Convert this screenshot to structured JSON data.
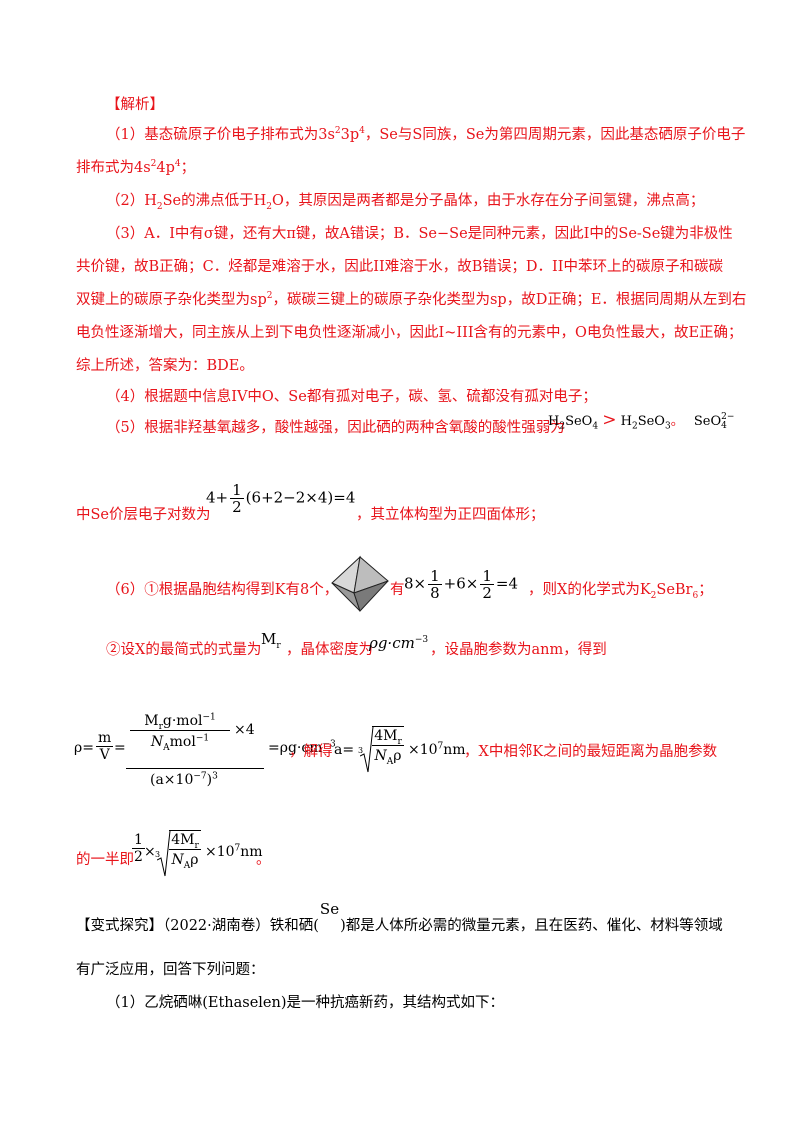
{
  "analysis_title": "【解析】",
  "p1a": "（1）基态硫原子价电子排布式为3s",
  "p1a_sup1": "2",
  "p1a_mid": "3p",
  "p1a_sup2": "4",
  "p1a_tail": "，Se与S同族，Se为第四周期元素，因此基态硒原子价电子",
  "p1b": "排布式为4s",
  "p1b_sup1": "2",
  "p1b_mid": "4p",
  "p1b_sup2": "4",
  "p1b_tail": "；",
  "p2_pre": "（2）H",
  "p2_sub": "2",
  "p2_mid": "Se的沸点低于H",
  "p2_sub2": "2",
  "p2_tail": "O，其原因是两者都是分子晶体，由于水存在分子间氢键，沸点高；",
  "p3a": "（3）A．I中有σ键，还有大π键，故A错误；B．Se−Se是同种元素，因此I中的Se-Se键为非极性",
  "p3b": "共价键，故B正确；C．烃都是难溶于水，因此II难溶于水，故B错误；D．II中苯环上的碳原子和碳碳",
  "p3c_pre": "双键上的碳原子杂化类型为sp",
  "p3c_sup": "2",
  "p3c_tail": "，碳碳三键上的碳原子杂化类型为sp，故D正确；E．根据同周期从左到右",
  "p3d": "电负性逐渐增大，同主族从上到下电负性逐渐减小，因此I~III含有的元素中，O电负性最大，故E正确；",
  "p3e": "综上所述，答案为：BDE。",
  "p4": "（4）根据题中信息IV中O、Se都有孤对电子，碳、氢、硫都没有孤对电子；",
  "p5_pre": "（5）根据非羟基氧越多，酸性越强，因此硒的两种含氧酸的酸性强弱为",
  "p5_acid1": "H",
  "p5_acid1_sub": "2",
  "p5_acid1_b": "SeO",
  "p5_acid1_sub2": "4",
  "p5_gt": ">",
  "p5_acid2": "H",
  "p5_acid2_sub": "2",
  "p5_acid2_b": "SeO",
  "p5_acid2_sub2": "3",
  "p5_end": "。",
  "p5_ion": "SeO",
  "p5_ion_sub": "4",
  "p5_ion_sup": "2−",
  "p5b_pre": "中Se价层电子对数为",
  "p5b_math_a": "4+",
  "p5b_frac_num": "1",
  "p5b_frac_den": "2",
  "p5b_math_b": "(6+2−2×4)=4",
  "p5b_tail": "，其立体构型为正四面体形；",
  "p6_pre": "（6）①根据晶胞结构得到K有8个，",
  "p6_you": "有",
  "p6_m1": "8×",
  "p6_f1n": "1",
  "p6_f1d": "8",
  "p6_m2": "+6×",
  "p6_f2n": "1",
  "p6_f2d": "2",
  "p6_m3": "=4",
  "p6_tail": "，则X的化学式为K",
  "p6_tail_sub": "2",
  "p6_tail2": "SeBr",
  "p6_tail_sub2": "6",
  "p6_tail3": "；",
  "p7_pre": "②设X的最简式的式量为",
  "p7_mr": "M",
  "p7_mr_sub": "r",
  "p7_mid": "，晶体密度为",
  "p7_rho": "ρg·cm",
  "p7_rho_sup": "−3",
  "p7_tail": "，设晶胞参数为anm，得到",
  "p8_rho": "ρ=",
  "p8_m": "m",
  "p8_v": "V",
  "p8_eq": "=",
  "p8_top1": "M",
  "p8_top1_sub": "r",
  "p8_top2": "g·mol",
  "p8_top2_sup": "−1",
  "p8_na": "N",
  "p8_na_sub": "A",
  "p8_mol": "mol",
  "p8_mol_sup": "−1",
  "p8_x4": "×4",
  "p8_den": "(a×10",
  "p8_den_sup": "−7",
  "p8_den_b": ")",
  "p8_den_sup2": "3",
  "p8_res": "=ρg·cm",
  "p8_res_sup": "−3",
  "p8_comma": "，解得",
  "p8_a": "a=",
  "p8_root_idx": "3",
  "p8_root_num": "4M",
  "p8_root_num_sub": "r",
  "p8_root_den": "N",
  "p8_root_den_sub": "A",
  "p8_root_den_b": "ρ",
  "p8_x7": "×10",
  "p8_x7_sup": "7",
  "p8_nm": "nm",
  "p8_tail": "，X中相邻K之间的最短距离为晶胞参数",
  "p9_pre": "的一半即",
  "p9_half_n": "1",
  "p9_half_d": "2",
  "p9_x": "×",
  "p9_idx": "3",
  "p9_num": "4M",
  "p9_num_sub": "r",
  "p9_den": "N",
  "p9_den_sub": "A",
  "p9_den_b": "ρ",
  "p9_x7": "×10",
  "p9_x7_sup": "7",
  "p9_nm": "nm",
  "p9_end": "。",
  "q_pre": "【变式探究】（2022·湖南卷）铁和硒(",
  "q_se": "Se",
  "q_tail": ")都是人体所必需的微量元素，且在医药、催化、材料等领域",
  "q2": "有广泛应用，回答下列问题：",
  "q3": "（1）乙烷硒啉(Ethaselen)是一种抗癌新药，其结构式如下："
}
